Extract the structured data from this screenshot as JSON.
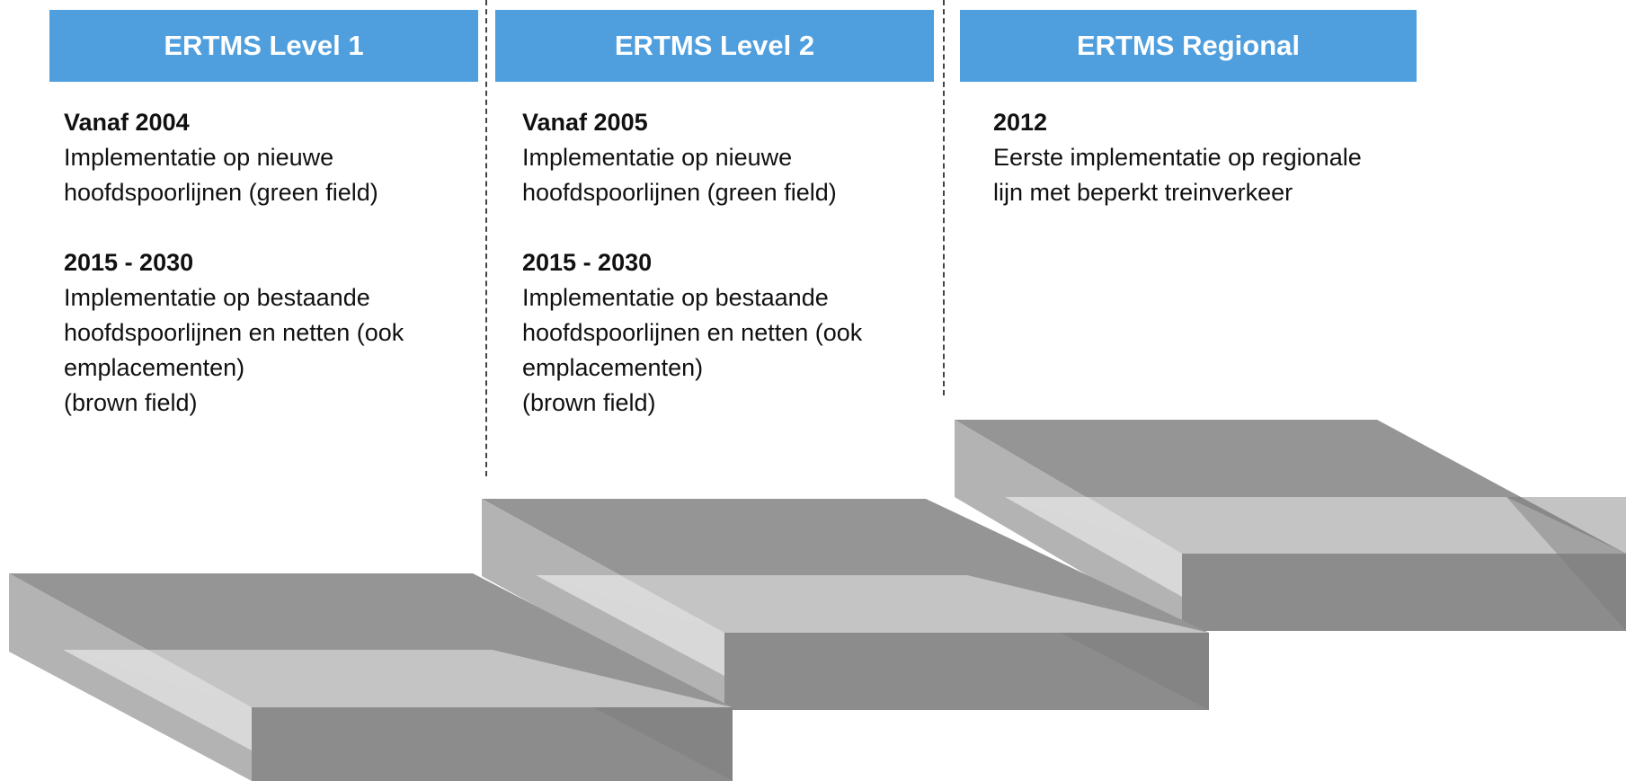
{
  "columns": [
    {
      "header": "ERTMS Level 1",
      "entries": [
        {
          "year": "Vanaf 2004",
          "desc": "Implementatie op nieuwe\nhoofdspoorlijnen (green field)"
        },
        {
          "year": "2015 - 2030",
          "desc": "Implementatie op bestaande\nhoofdspoorlijnen en netten (ook\nemplacementen)\n(brown field)"
        }
      ]
    },
    {
      "header": "ERTMS Level 2",
      "entries": [
        {
          "year": "Vanaf 2005",
          "desc": "Implementatie op nieuwe\nhoofdspoorlijnen (green field)"
        },
        {
          "year": "2015 - 2030",
          "desc": "Implementatie op bestaande\nhoofdspoorlijnen en netten (ook\nemplacementen)\n(brown field)"
        }
      ]
    },
    {
      "header": "ERTMS Regional",
      "entries": [
        {
          "year": "2012",
          "desc": "Eerste implementatie op regionale\nlijn met beperkt treinverkeer"
        }
      ]
    }
  ],
  "colors": {
    "header_bg": "#4f9fdf",
    "header_text": "#ffffff",
    "step_top": "#959595",
    "step_front": "#8c8c8c",
    "step_side": "#b3b3b3",
    "step_highlight": "#c4c4c4",
    "step_shine": "#dcdcdc"
  }
}
